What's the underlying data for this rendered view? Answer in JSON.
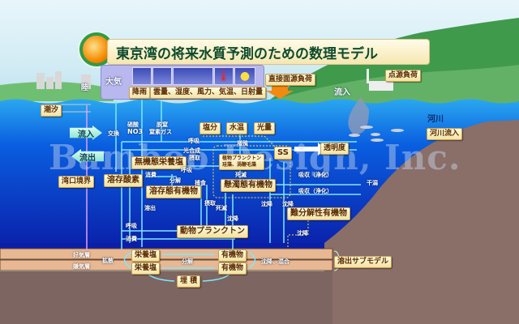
{
  "title": "東京湾の将来水質予測のための数理モデル",
  "watermark": "Bamboo Design, Inc.",
  "atmosphere": {
    "label": "大気",
    "rain": "降雨",
    "weather": "雲量、湿度、風力、気温、日射量",
    "icons": [
      "rain-cloud-icon",
      "cumulus-cloud-icon",
      "wind-icon",
      "thermometer-icon",
      "sun-icon"
    ]
  },
  "land": {
    "land": "陸",
    "tide": "潮汐",
    "direct_load": "直接面源負荷",
    "point_load": "点源負荷",
    "inflow": "流入",
    "river": "河川",
    "river_inflow": "河川流入",
    "tidal_flat": "干潟"
  },
  "boundary": {
    "inflow": "流入",
    "outflow": "流出",
    "bay_mouth": "湾口境界",
    "exchange": "交換"
  },
  "gases": {
    "nitrate": "硝酸",
    "no3": "NO3",
    "denit1": "脱窒",
    "denit2": "窒素ガス"
  },
  "factors": {
    "salinity": "塩分",
    "water_temp": "水温",
    "light": "光量",
    "ss": "SS",
    "transparency": "透明度"
  },
  "boxes": {
    "inorganic_nutrients": "無機態栄養塩",
    "phytoplankton1": "植物プランクトン",
    "phytoplankton2": "珪藻、渦鞭毛藻",
    "dissolved_oxygen": "溶存酸素",
    "dom": "溶存態有機物",
    "pom": "懸濁態有機物",
    "refractory": "難分解性有機物",
    "zooplankton": "動物プランクトン"
  },
  "processes": {
    "respiration": "呼吸",
    "photosynthesis": "光合成",
    "uptake": "摂取",
    "growth": "増殖",
    "consumption": "消費",
    "decomposition": "分解",
    "grazing": "捕食",
    "death": "死滅",
    "absorption": "吸収（浄化）",
    "sinking": "沈降",
    "release": "溶出"
  },
  "sediment": {
    "aerobic": "好気層",
    "anaerobic": "嫌気層",
    "diffusion": "拡散",
    "nutrients": "栄養塩",
    "organic": "有機物",
    "decomposition": "分解",
    "sink_mix": "沈降、混合",
    "burial": "埋 積",
    "submodel": "溶出サブモデル"
  }
}
